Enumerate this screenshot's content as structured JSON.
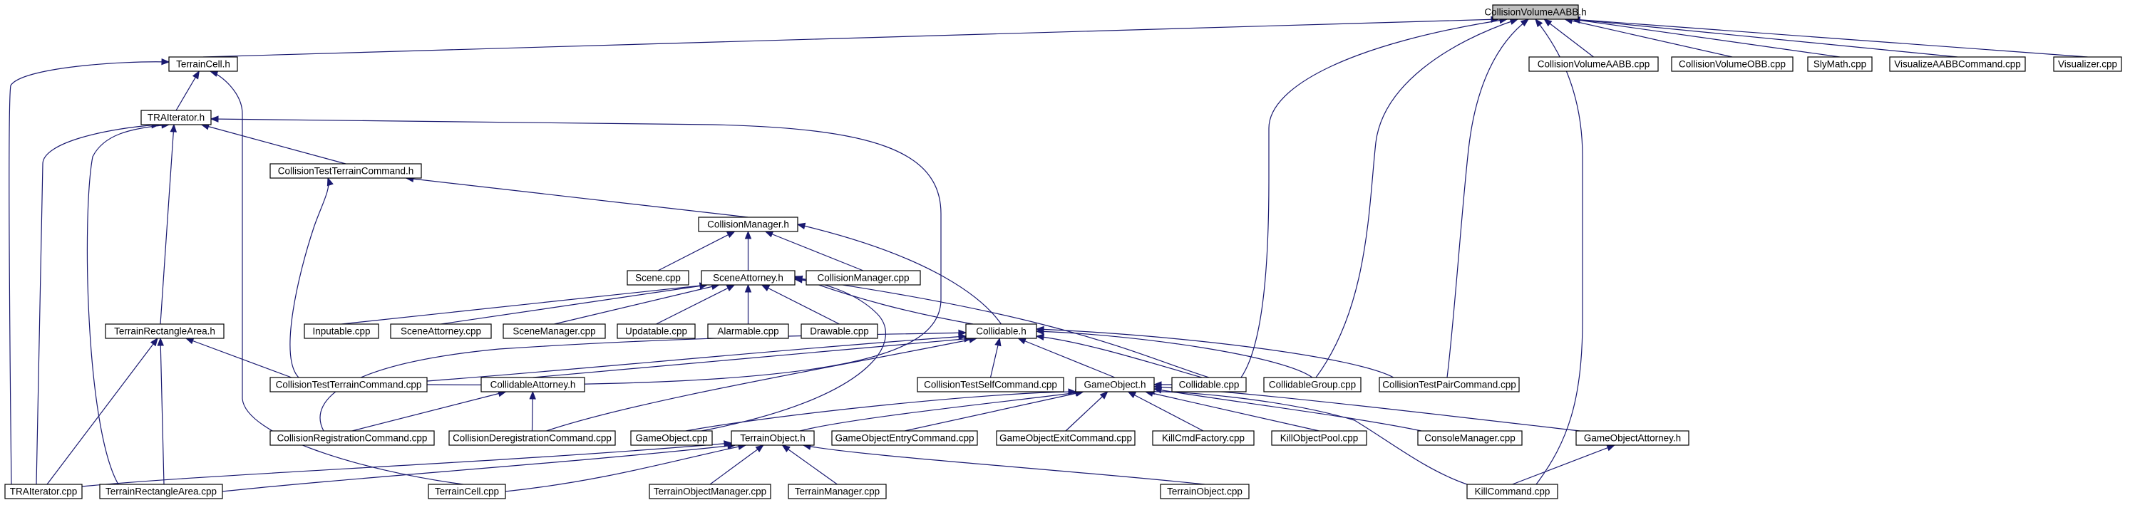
{
  "graph": {
    "root": "CollisionVolumeAABB.h",
    "colors": {
      "edge": "#191970",
      "root_fill": "#bfbfbf",
      "node_fill": "#ffffff",
      "node_border": "#000000"
    },
    "nodes": [
      {
        "id": "cvaabb_h",
        "label": "CollisionVolumeAABB.h"
      },
      {
        "id": "terraincell_h",
        "label": "TerrainCell.h"
      },
      {
        "id": "cvaabb_cpp",
        "label": "CollisionVolumeAABB.cpp"
      },
      {
        "id": "cvobb_cpp",
        "label": "CollisionVolumeOBB.cpp"
      },
      {
        "id": "slymath_cpp",
        "label": "SlyMath.cpp"
      },
      {
        "id": "visaabbcmd_cpp",
        "label": "VisualizeAABBCommand.cpp"
      },
      {
        "id": "visualizer_cpp",
        "label": "Visualizer.cpp"
      },
      {
        "id": "traiterator_h",
        "label": "TRAIterator.h"
      },
      {
        "id": "ctterraincmd_h",
        "label": "CollisionTestTerrainCommand.h"
      },
      {
        "id": "collisionmanager_h",
        "label": "CollisionManager.h"
      },
      {
        "id": "scene_cpp",
        "label": "Scene.cpp"
      },
      {
        "id": "sceneattorney_h",
        "label": "SceneAttorney.h"
      },
      {
        "id": "collisionmanager_cpp",
        "label": "CollisionManager.cpp"
      },
      {
        "id": "inputable_cpp",
        "label": "Inputable.cpp"
      },
      {
        "id": "sceneattorney_cpp",
        "label": "SceneAttorney.cpp"
      },
      {
        "id": "scenemanager_cpp",
        "label": "SceneManager.cpp"
      },
      {
        "id": "updatable_cpp",
        "label": "Updatable.cpp"
      },
      {
        "id": "alarmable_cpp",
        "label": "Alarmable.cpp"
      },
      {
        "id": "drawable_cpp",
        "label": "Drawable.cpp"
      },
      {
        "id": "collidable_h",
        "label": "Collidable.h"
      },
      {
        "id": "terrainrectarea_h",
        "label": "TerrainRectangleArea.h"
      },
      {
        "id": "ctterraincmd_cpp",
        "label": "CollisionTestTerrainCommand.cpp"
      },
      {
        "id": "collidableattorney_h",
        "label": "CollidableAttorney.h"
      },
      {
        "id": "ctselfcmd_cpp",
        "label": "CollisionTestSelfCommand.cpp"
      },
      {
        "id": "gameobject_h",
        "label": "GameObject.h"
      },
      {
        "id": "collidable_cpp",
        "label": "Collidable.cpp"
      },
      {
        "id": "collidablegroup_cpp",
        "label": "CollidableGroup.cpp"
      },
      {
        "id": "ctpaircmd_cpp",
        "label": "CollisionTestPairCommand.cpp"
      },
      {
        "id": "collregcmd_cpp",
        "label": "CollisionRegistrationCommand.cpp"
      },
      {
        "id": "collderegcmd_cpp",
        "label": "CollisionDeregistrationCommand.cpp"
      },
      {
        "id": "gameobject_cpp",
        "label": "GameObject.cpp"
      },
      {
        "id": "terrainobject_h",
        "label": "TerrainObject.h"
      },
      {
        "id": "goentrycmd_cpp",
        "label": "GameObjectEntryCommand.cpp"
      },
      {
        "id": "goexitcmd_cpp",
        "label": "GameObjectExitCommand.cpp"
      },
      {
        "id": "killcmdfactory_cpp",
        "label": "KillCmdFactory.cpp"
      },
      {
        "id": "killobjectpool_cpp",
        "label": "KillObjectPool.cpp"
      },
      {
        "id": "consolemanager_cpp",
        "label": "ConsoleManager.cpp"
      },
      {
        "id": "goattorney_h",
        "label": "GameObjectAttorney.h"
      },
      {
        "id": "traiterator_cpp",
        "label": "TRAIterator.cpp"
      },
      {
        "id": "terrainrectarea_cpp",
        "label": "TerrainRectangleArea.cpp"
      },
      {
        "id": "terraincell_cpp",
        "label": "TerrainCell.cpp"
      },
      {
        "id": "terrainobjmanager_cpp",
        "label": "TerrainObjectManager.cpp"
      },
      {
        "id": "terrainmanager_cpp",
        "label": "TerrainManager.cpp"
      },
      {
        "id": "terrainobject_cpp",
        "label": "TerrainObject.cpp"
      },
      {
        "id": "killcommand_cpp",
        "label": "KillCommand.cpp"
      }
    ]
  }
}
